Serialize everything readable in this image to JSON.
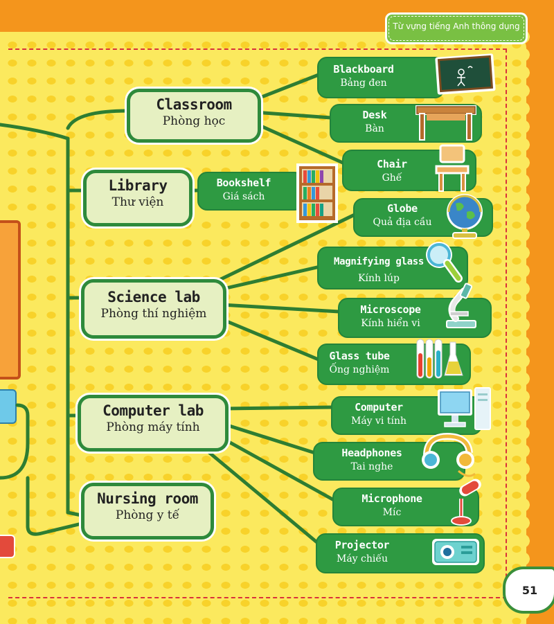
{
  "header_tab": "Từ vựng tiếng Anh thông dụng",
  "page_number": "51",
  "rooms": [
    {
      "en": "Classroom",
      "vi": "Phòng học"
    },
    {
      "en": "Library",
      "vi": "Thư viện"
    },
    {
      "en": "Science lab",
      "vi": "Phòng thí nghiệm"
    },
    {
      "en": "Computer lab",
      "vi": "Phòng máy tính"
    },
    {
      "en": "Nursing room",
      "vi": "Phòng y tế"
    }
  ],
  "items": [
    {
      "en": "Blackboard",
      "vi": "Bảng đen",
      "icon": "blackboard-icon"
    },
    {
      "en": "Desk",
      "vi": "Bàn",
      "icon": "desk-icon"
    },
    {
      "en": "Chair",
      "vi": "Ghế",
      "icon": "chair-icon"
    },
    {
      "en": "Bookshelf",
      "vi": "Giá sách",
      "icon": "bookshelf-icon"
    },
    {
      "en": "Globe",
      "vi": "Quả địa cầu",
      "icon": "globe-icon"
    },
    {
      "en": "Magnifying glass",
      "vi": "Kính lúp",
      "icon": "magnifying-glass-icon"
    },
    {
      "en": "Microscope",
      "vi": "Kính hiển vi",
      "icon": "microscope-icon"
    },
    {
      "en": "Glass tube",
      "vi": "Ống nghiệm",
      "icon": "test-tube-icon"
    },
    {
      "en": "Computer",
      "vi": "Máy vi tính",
      "icon": "computer-icon"
    },
    {
      "en": "Headphones",
      "vi": "Tai nghe",
      "icon": "headphones-icon"
    },
    {
      "en": "Microphone",
      "vi": "Míc",
      "icon": "microphone-icon"
    },
    {
      "en": "Projector",
      "vi": "Máy chiếu",
      "icon": "projector-icon"
    }
  ],
  "colors": {
    "line": "#2e7d32",
    "item": "#2e9a42",
    "room_fill": "#e6f0c2",
    "background": "#fbe95e",
    "frame": "#f4951c"
  }
}
